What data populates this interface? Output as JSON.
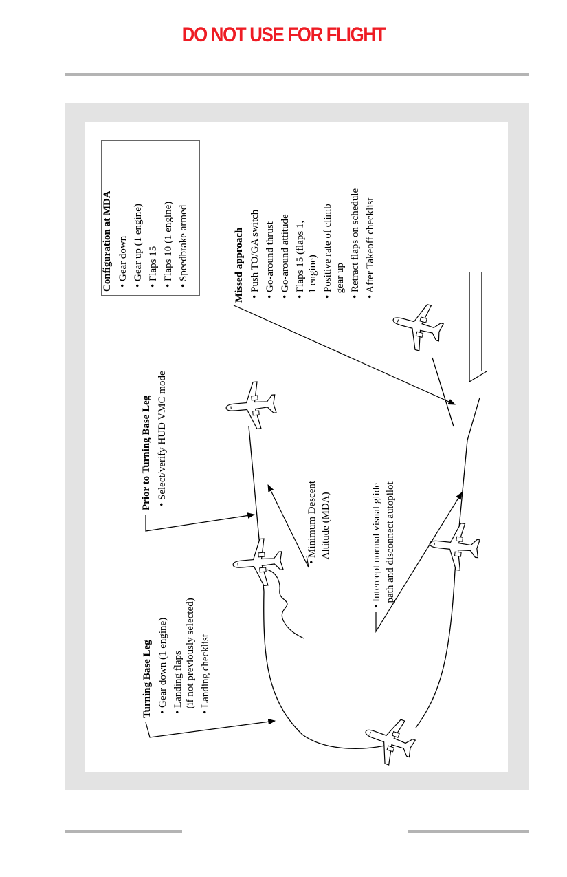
{
  "banner": "DO NOT USE FOR FLIGHT",
  "colors": {
    "banner": "#ee1c24",
    "frame": "#e3e3e3",
    "rule": "#b4b4b4"
  },
  "configuration_at_mda": {
    "title": "Configuration at MDA",
    "items": [
      "• Gear down",
      "• Gear up (1 engine)",
      "• Flaps 15",
      "• Flaps 10 (1 engine)",
      "• Speedbrake armed"
    ]
  },
  "missed_approach": {
    "title": "Missed approach",
    "lines": [
      "• Push TO/GA switch",
      "• Go-around thrust",
      "• Go-around attitude",
      "• Flaps 15 (flaps 1,",
      "  1 engine)",
      "• Positive rate of climb",
      "  gear up",
      "• Retract flaps on schedule",
      "• After Takeoff checklist"
    ]
  },
  "prior_to_turning_base": {
    "title": "Prior to Turning Base Leg",
    "items": [
      "• Select/verify HUD VMC mode"
    ]
  },
  "mda_label": {
    "lines": [
      "• Minimum Descent",
      "  Altitude (MDA)"
    ]
  },
  "intercept_label": {
    "lines": [
      "• Intercept normal visual glide",
      "  path and disconnect autopilot"
    ]
  },
  "turning_base": {
    "title": "Turning Base Leg",
    "lines": [
      "• Gear down (1 engine)",
      "• Landing flaps",
      "  (if not previously selected)",
      "• Landing checklist"
    ]
  },
  "icons": [
    "airplane-icon"
  ]
}
